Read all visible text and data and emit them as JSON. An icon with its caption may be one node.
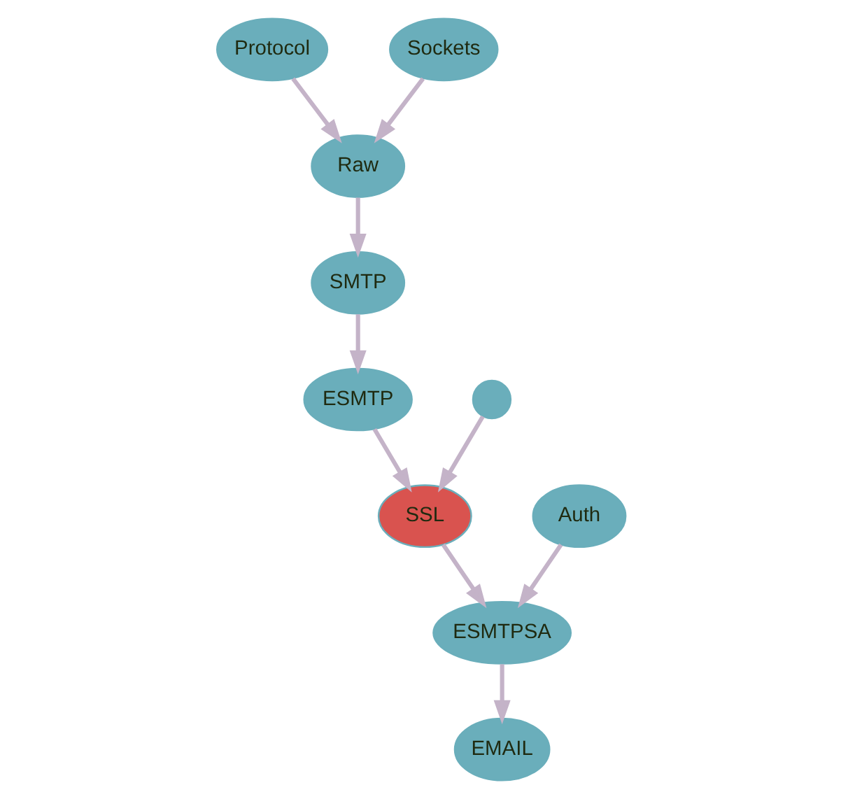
{
  "diagram": {
    "nodes": [
      {
        "text": [
          "Protocol"
        ]
      },
      {
        "text": [
          "Sockets"
        ]
      },
      {
        "text": [
          "Raw"
        ]
      },
      {
        "text": [],
        "shape": "circle"
      },
      {
        "text": [
          "SMTP"
        ]
      },
      {
        "text": [
          "ESMTP"
        ]
      },
      {
        "text": [
          "SSL"
        ]
      },
      {
        "text": [
          "Auth"
        ]
      },
      {
        "text": [
          "ESMTPSA"
        ]
      },
      {
        "text": [
          "EMAIL"
        ]
      }
    ],
    "edges": [
      {
        "from": 0,
        "to": 2,
        "arrow": "to"
      },
      {
        "from": 1,
        "to": 2,
        "arrow": "to"
      },
      {
        "from": 2,
        "to": 4,
        "arrow": "to"
      },
      {
        "from": 4,
        "to": 5,
        "arrow": "to"
      },
      {
        "from": 5,
        "to": 6,
        "arrow": "to"
      },
      {
        "from": 3,
        "to": 6,
        "arrow": "to"
      },
      {
        "from": 6,
        "to": 8,
        "arrow": "to"
      },
      {
        "from": 7,
        "to": 8,
        "arrow": "to"
      },
      {
        "from": 8,
        "to": 9,
        "arrow": "to"
      }
    ]
  }
}
